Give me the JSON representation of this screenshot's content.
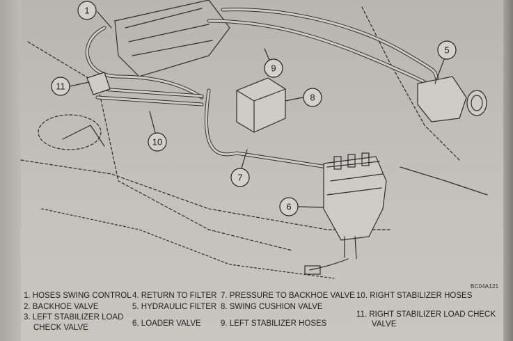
{
  "figure": {
    "callouts": [
      "1",
      "5",
      "8",
      "9",
      "10",
      "11",
      "7",
      "6"
    ],
    "figure_code": "BC04A121"
  },
  "legend": {
    "items": [
      {
        "number": "1.",
        "text": "HOSES SWING CONTROL"
      },
      {
        "number": "2.",
        "text": "BACKHOE VALVE"
      },
      {
        "number": "3.",
        "text": "LEFT STABILIZER LOAD"
      },
      {
        "number": "",
        "text": "CHECK VALVE"
      },
      {
        "number": "4.",
        "text": "RETURN TO FILTER"
      },
      {
        "number": "5.",
        "text": "HYDRAULIC FILTER"
      },
      {
        "number": "6.",
        "text": "LOADER VALVE"
      },
      {
        "number": "7.",
        "text": "PRESSURE TO BACKHOE VALVE"
      },
      {
        "number": "8.",
        "text": "SWING CUSHION VALVE"
      },
      {
        "number": "9.",
        "text": "LEFT STABILIZER HOSES"
      },
      {
        "number": "10.",
        "text": "RIGHT STABILIZER HOSES"
      },
      {
        "number": "11.",
        "text": "RIGHT STABILIZER LOAD CHECK"
      },
      {
        "number": "",
        "text": "VALVE"
      }
    ]
  },
  "colors": {
    "paper": "#c4c1bb",
    "ink": "#1f1f1f"
  }
}
